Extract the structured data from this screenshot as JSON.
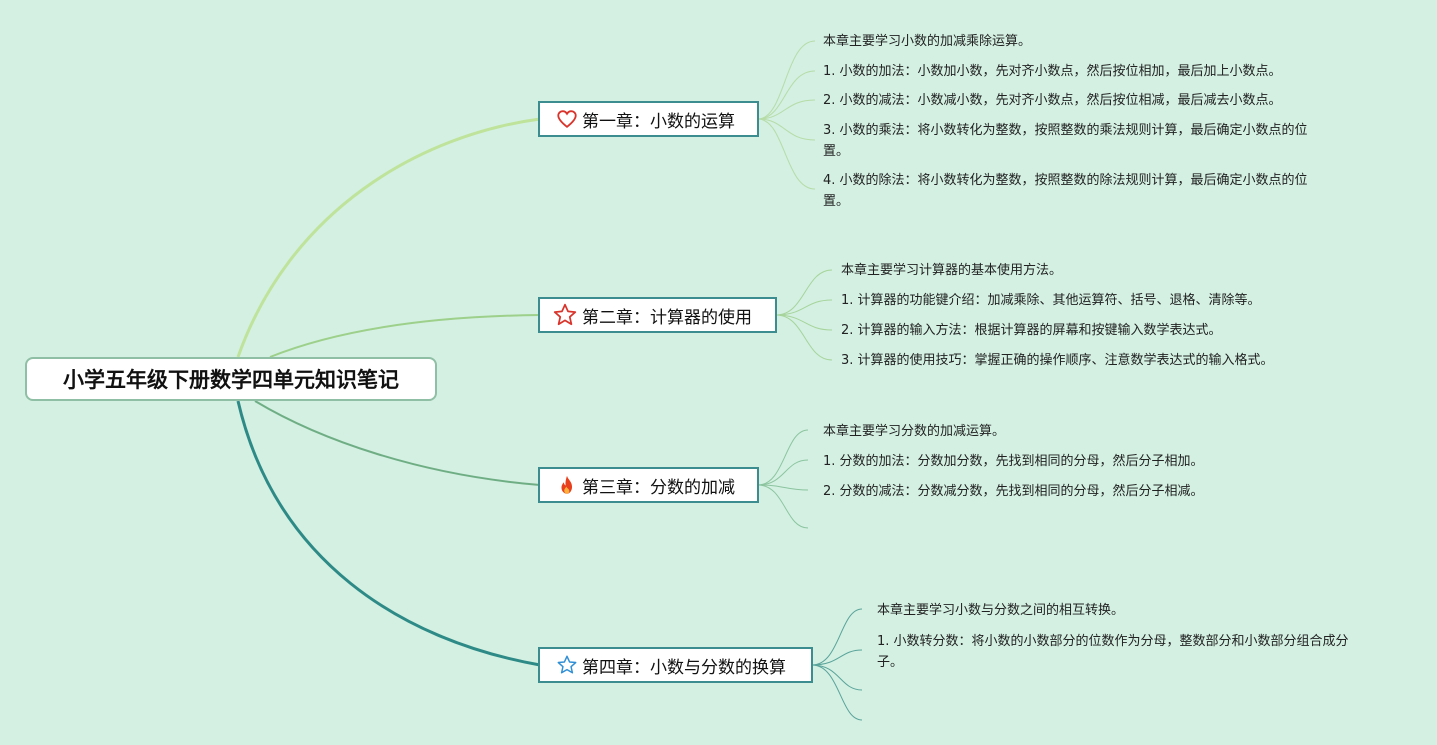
{
  "root": {
    "title": "小学五年级下册数学四单元知识笔记"
  },
  "colors": {
    "background": "#d3f0e2",
    "branch1": "#bfe39a",
    "branch2": "#9dd08a",
    "branch3": "#6fae84",
    "branch4": "#2e8a86"
  },
  "chapters": [
    {
      "icon": "heart-icon",
      "label": "第一章：小数的运算",
      "notes": [
        "本章主要学习小数的加减乘除运算。",
        "1. 小数的加法：小数加小数，先对齐小数点，然后按位相加，最后加上小数点。",
        "2. 小数的减法：小数减小数，先对齐小数点，然后按位相减，最后减去小数点。",
        "3. 小数的乘法：将小数转化为整数，按照整数的乘法规则计算，最后确定小数点的位置。",
        "4. 小数的除法：将小数转化为整数，按照整数的除法规则计算，最后确定小数点的位置。"
      ]
    },
    {
      "icon": "star-outline-red-icon",
      "label": "第二章：计算器的使用",
      "notes": [
        "本章主要学习计算器的基本使用方法。",
        "1. 计算器的功能键介绍：加减乘除、其他运算符、括号、退格、清除等。",
        "2. 计算器的输入方法：根据计算器的屏幕和按键输入数学表达式。",
        "3. 计算器的使用技巧：掌握正确的操作顺序、注意数学表达式的输入格式。"
      ]
    },
    {
      "icon": "fire-icon",
      "label": "第三章：分数的加减",
      "notes": [
        "本章主要学习分数的加减运算。",
        "1. 分数的加法：分数加分数，先找到相同的分母，然后分子相加。",
        "2. 分数的减法：分数减分数，先找到相同的分母，然后分子相减。",
        ""
      ]
    },
    {
      "icon": "star-outline-blue-icon",
      "label": "第四章：小数与分数的换算",
      "notes": [
        "本章主要学习小数与分数之间的相互转换。",
        "1. 小数转分数：将小数的小数部分的位数作为分母，整数部分和小数部分组合成分子。",
        "",
        ""
      ]
    }
  ]
}
